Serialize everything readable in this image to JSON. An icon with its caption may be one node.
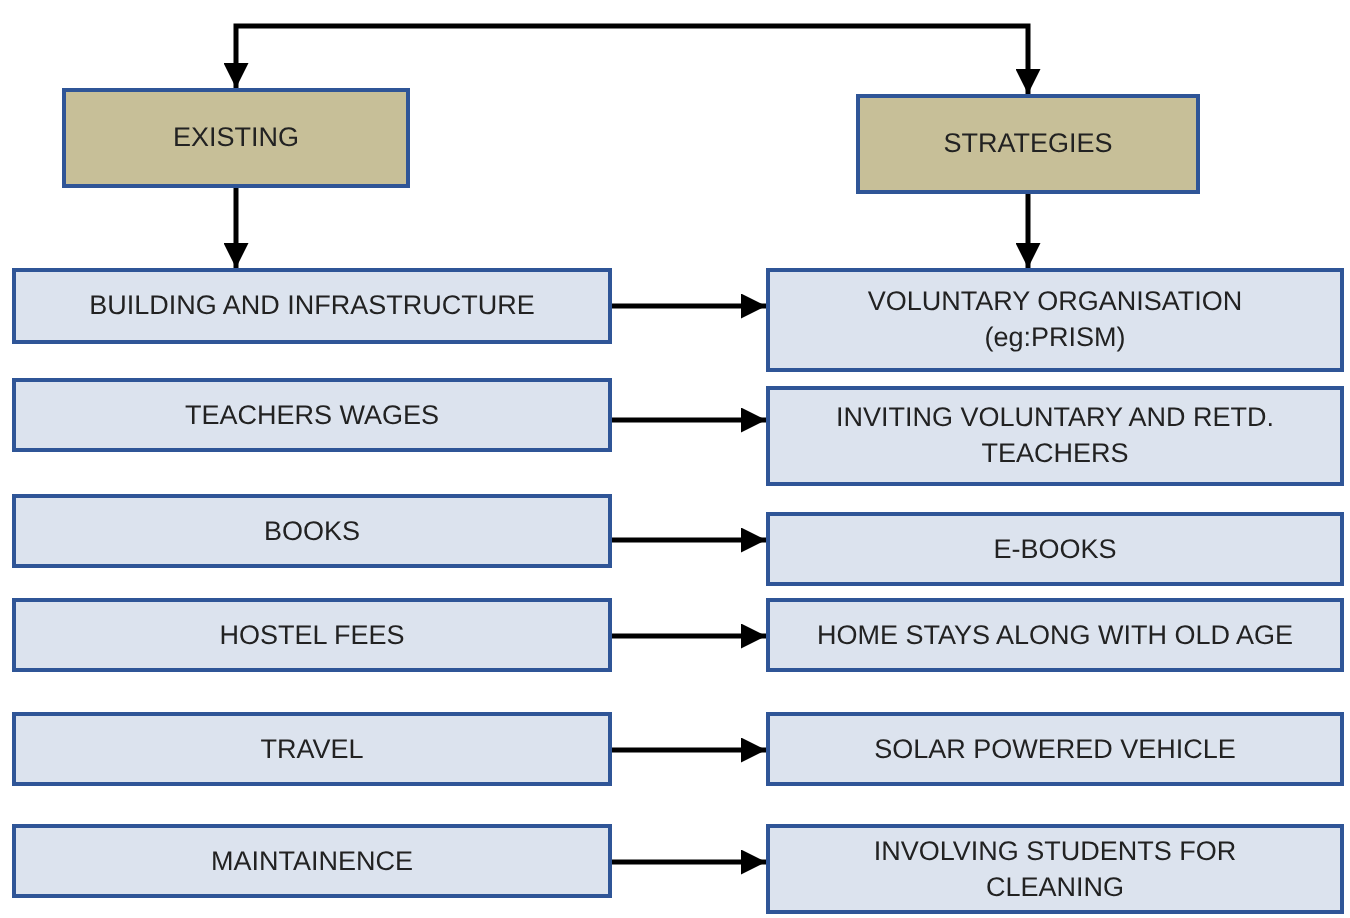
{
  "diagram": {
    "nodes": [
      {
        "text": [
          "EXISTING"
        ]
      },
      {
        "text": [
          "STRATEGIES"
        ]
      },
      {
        "text": [
          "BUILDING AND INFRASTRUCTURE"
        ]
      },
      {
        "text": [
          "VOLUNTARY ORGANISATION (eg:PRISM)"
        ]
      },
      {
        "text": [
          "TEACHERS WAGES"
        ]
      },
      {
        "text": [
          "INVITING VOLUNTARY AND RETD. TEACHERS"
        ]
      },
      {
        "text": [
          "BOOKS"
        ]
      },
      {
        "text": [
          "E-BOOKS"
        ]
      },
      {
        "text": [
          "HOSTEL FEES"
        ]
      },
      {
        "text": [
          "HOME STAYS ALONG WITH OLD AGE"
        ]
      },
      {
        "text": [
          "TRAVEL"
        ]
      },
      {
        "text": [
          "SOLAR POWERED VEHICLE"
        ]
      },
      {
        "text": [
          "MAINTAINENCE"
        ]
      },
      {
        "text": [
          "INVOLVING STUDENTS FOR CLEANING"
        ]
      }
    ],
    "edges": [
      {
        "from": 0,
        "to": 1,
        "arrow": "both"
      },
      {
        "from": 0,
        "to": 2,
        "arrow": "to"
      },
      {
        "from": 1,
        "to": 3,
        "arrow": "to"
      },
      {
        "from": 2,
        "to": 3,
        "arrow": "to"
      },
      {
        "from": 4,
        "to": 5,
        "arrow": "to"
      },
      {
        "from": 6,
        "to": 7,
        "arrow": "to"
      },
      {
        "from": 8,
        "to": 9,
        "arrow": "to"
      },
      {
        "from": 10,
        "to": 11,
        "arrow": "to"
      },
      {
        "from": 12,
        "to": 13,
        "arrow": "to"
      }
    ]
  }
}
